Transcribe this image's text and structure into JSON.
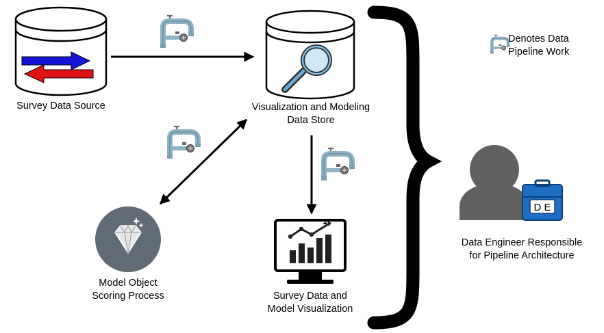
{
  "nodes": {
    "survey_source": {
      "label": "Survey Data Source"
    },
    "viz_store": {
      "label_line1": "Visualization and Modeling",
      "label_line2": "Data Store"
    },
    "model_scoring": {
      "label_line1": "Model Object",
      "label_line2": "Scoring Process"
    },
    "viz_output": {
      "label_line1": "Survey Data and",
      "label_line2": "Model Visualization"
    },
    "engineer": {
      "label_line1": "Data Engineer Responsible",
      "label_line2": "for Pipeline Architecture",
      "badge": "D E"
    }
  },
  "legend": {
    "line1": "Denotes Data",
    "line2": "Pipeline Work",
    "icon": "pipe-icon"
  },
  "colors": {
    "arrow_blue": "#1414d8",
    "arrow_red": "#e01212",
    "pipe": "#8fb3c4",
    "valve": "#6a6a6a",
    "toolbox": "#1e6fc4",
    "person": "#616161",
    "diamond_bg": "#616b75",
    "ink": "#000000"
  }
}
